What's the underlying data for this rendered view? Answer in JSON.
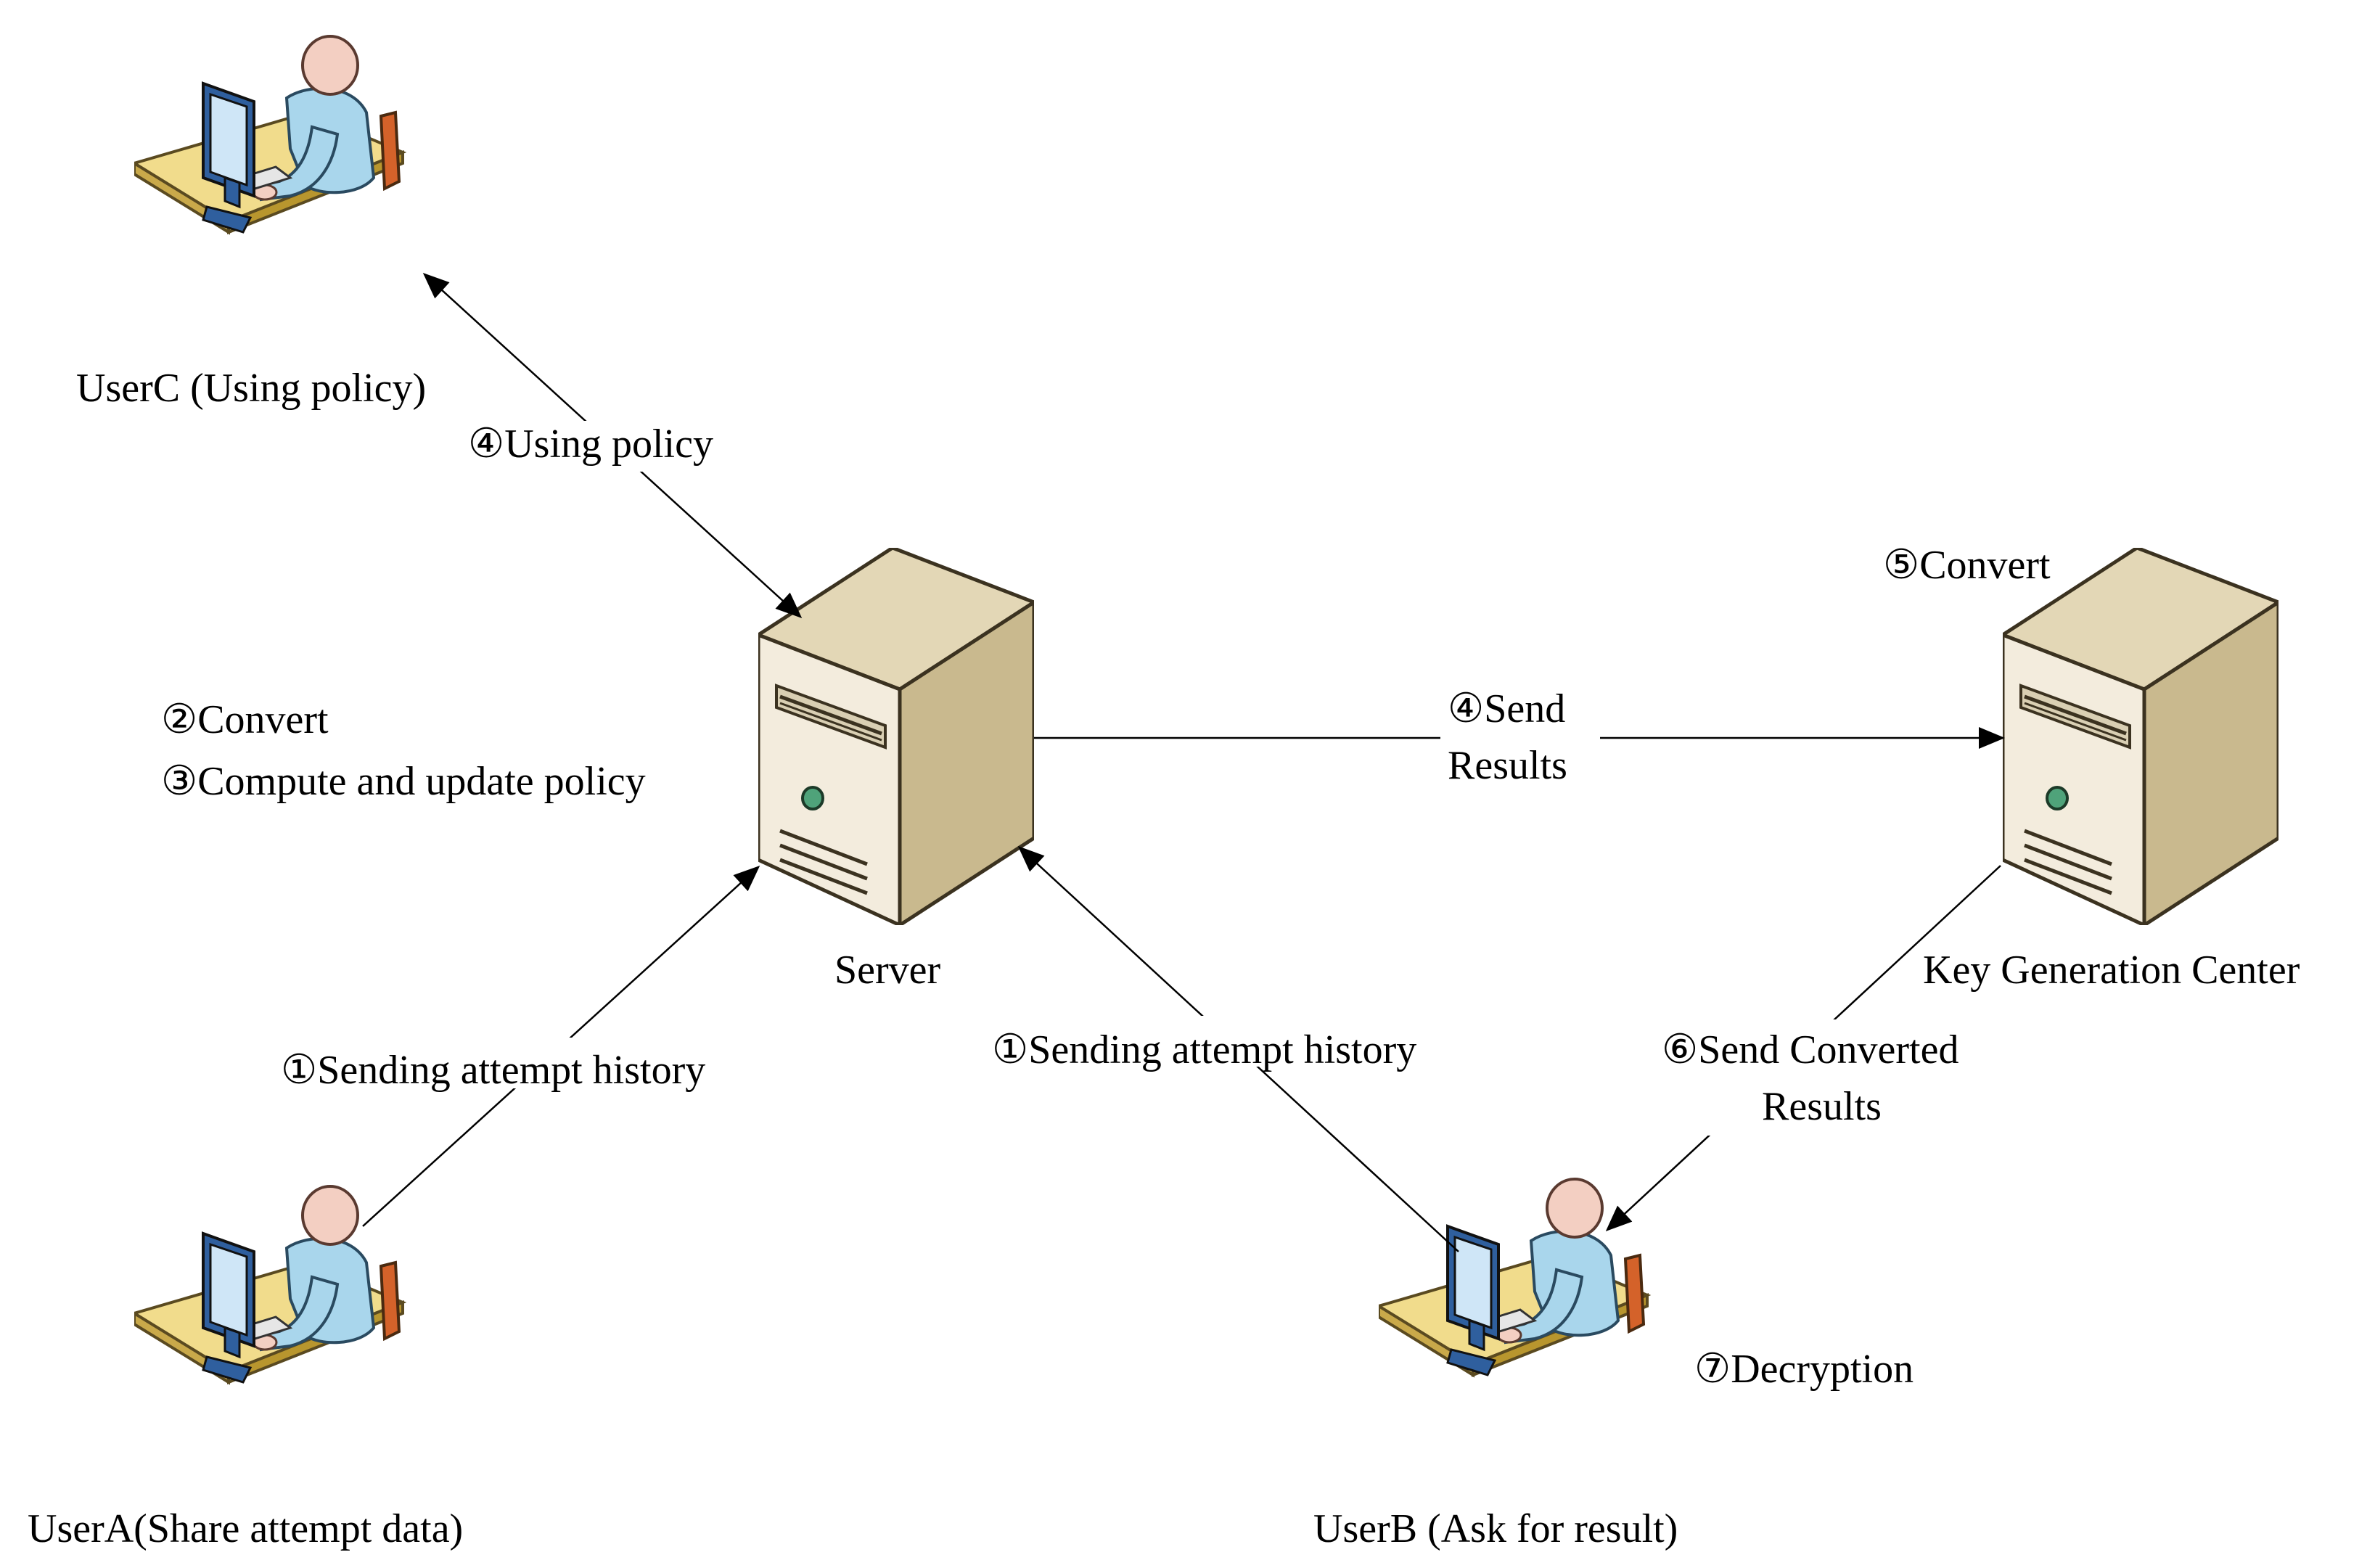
{
  "nodes": {
    "userC": {
      "label": "UserC (Using policy)"
    },
    "userA": {
      "label": "UserA(Share attempt data)"
    },
    "userB": {
      "label": "UserB (Ask for result)"
    },
    "server": {
      "label": "Server"
    },
    "kgc": {
      "label": "Key Generation Center"
    }
  },
  "edges": {
    "userA_to_server": {
      "label": "①Sending attempt history"
    },
    "userB_to_server": {
      "label": "①Sending attempt history"
    },
    "server_userC": {
      "label": "④Using policy"
    },
    "server_to_kgc": {
      "line1": "④Send",
      "line2": "Results"
    },
    "kgc_to_userB": {
      "line1": "⑥Send Converted",
      "line2": "Results"
    }
  },
  "notes": {
    "server_convert": "②Convert",
    "server_compute": "③Compute and update policy",
    "kgc_convert": "⑤Convert",
    "userB_decrypt": "⑦Decryption"
  },
  "colors": {
    "line": "#000000",
    "server_front": "#f3ecdd",
    "server_side": "#c9b98e",
    "server_top": "#e3d7b6",
    "desk_top": "#f1dc8c",
    "person_body": "#a9d6ec",
    "skin": "#f3cfc2",
    "monitor": "#2f5f9e",
    "chair": "#d4622a"
  }
}
